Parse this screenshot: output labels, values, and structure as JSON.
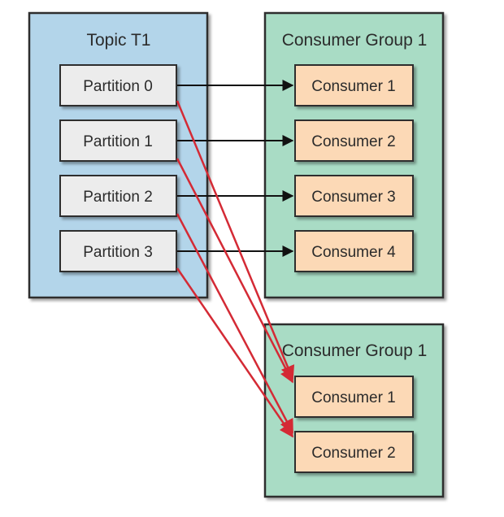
{
  "topic": {
    "title": "Topic T1",
    "partitions": [
      "Partition 0",
      "Partition 1",
      "Partition 2",
      "Partition 3"
    ]
  },
  "group_a": {
    "title": "Consumer Group 1",
    "consumers": [
      "Consumer 1",
      "Consumer 2",
      "Consumer 3",
      "Consumer 4"
    ]
  },
  "group_b": {
    "title": "Consumer Group 1",
    "consumers": [
      "Consumer 1",
      "Consumer 2"
    ]
  },
  "colors": {
    "topic_fill": "#b3d5ea",
    "group_fill": "#a9dcc5",
    "partition_fill": "#ececec",
    "consumer_fill": "#fcd9b6",
    "arrow_black": "#111111",
    "arrow_red": "#d42a35"
  }
}
